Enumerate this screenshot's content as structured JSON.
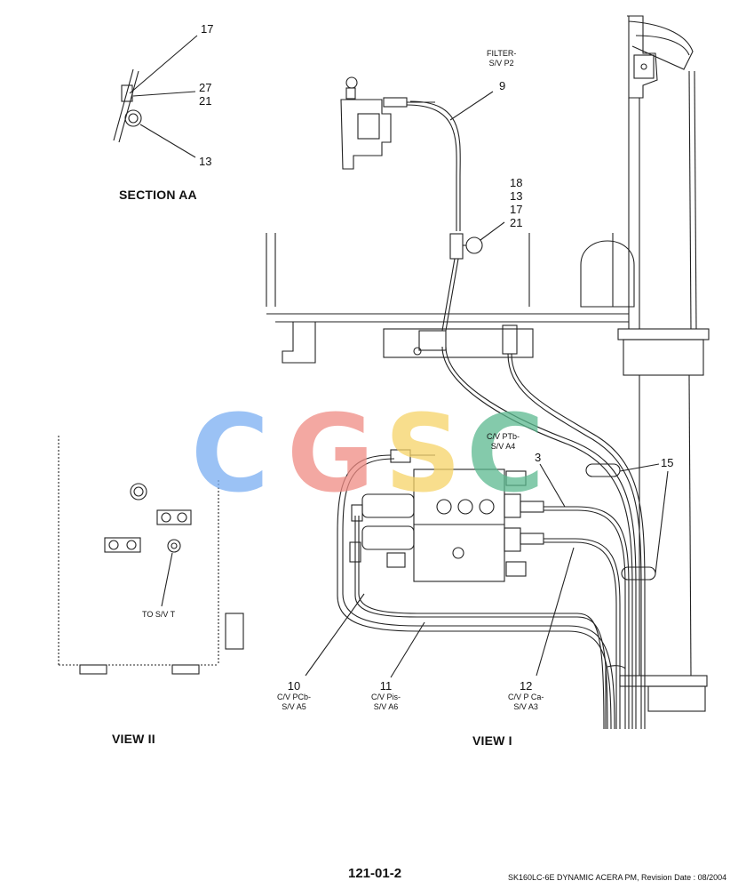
{
  "section_aa": {
    "title": "SECTION AA",
    "callouts": [
      "17",
      "27",
      "21",
      "13"
    ]
  },
  "view_i": {
    "title": "VIEW I",
    "filter_label": [
      "FILTER-",
      "S/V P2"
    ],
    "callout_9": "9",
    "stack_callouts": [
      "18",
      "13",
      "17",
      "21"
    ],
    "cv_ptb_label": [
      "C/V PTb-",
      "S/V A4"
    ],
    "callout_3": "3",
    "callout_15": "15",
    "callout_10": "10",
    "cv_pcb_label": [
      "C/V PCb-",
      "S/V A5"
    ],
    "callout_11": "11",
    "cv_pis_label": [
      "C/V Pis-",
      "S/V A6"
    ],
    "callout_12": "12",
    "cv_pca_label": [
      "C/V P Ca-",
      "S/V A3"
    ]
  },
  "view_ii": {
    "title": "VIEW II",
    "to_sv_t": "TO S/V T"
  },
  "watermark": {
    "letters": [
      "C",
      "G",
      "S",
      "C"
    ],
    "colors": [
      "#7aaef2",
      "#f08c84",
      "#f6d468",
      "#5bb98f"
    ]
  },
  "footer": {
    "page_number": "121-01-2",
    "info": "SK160LC-6E DYNAMIC ACERA PM, Revision Date : 08/2004"
  }
}
